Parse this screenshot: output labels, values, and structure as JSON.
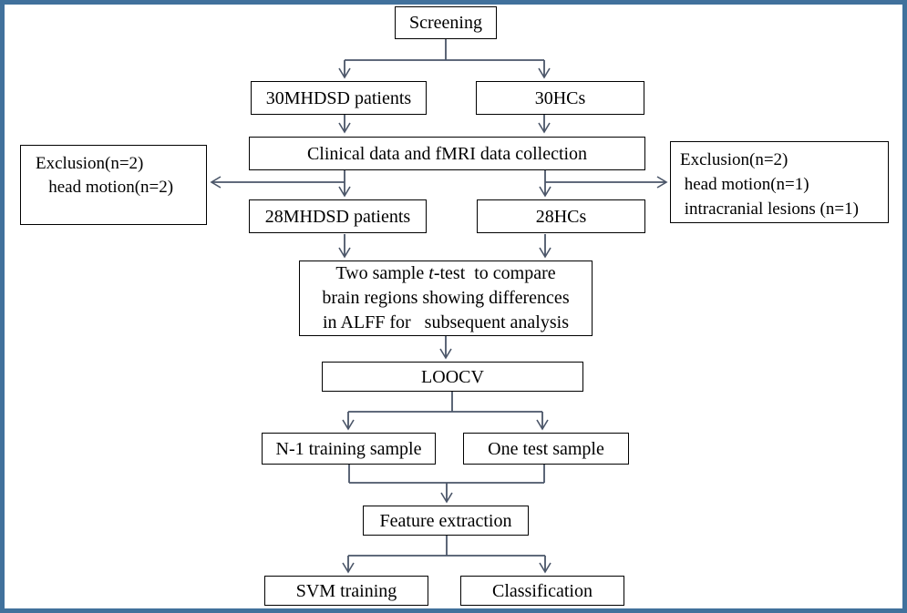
{
  "frame": {
    "border_color": "#41719C"
  },
  "colors": {
    "connector": "#4a5568",
    "box_border": "#000000",
    "text": "#000000"
  },
  "nodes": {
    "screening": {
      "label": "Screening"
    },
    "patients30": {
      "label": "30MHDSD patients"
    },
    "hcs30": {
      "label": "30HCs"
    },
    "clinical": {
      "label": "Clinical data and fMRI data collection"
    },
    "exclusion_left": {
      "lines": [
        "Exclusion(n=2)",
        "   head motion(n=2)"
      ]
    },
    "exclusion_right": {
      "lines": [
        "Exclusion(n=2)",
        " head motion(n=1)",
        " intracranial lesions (n=1)"
      ]
    },
    "patients28": {
      "label": "28MHDSD patients"
    },
    "hcs28": {
      "label": "28HCs"
    },
    "ttest": {
      "line1_pre": "Two sample ",
      "line1_italic": "t",
      "line1_post": "-test  to compare",
      "line2": "brain regions showing differences",
      "line3": "in ALFF for   subsequent analysis"
    },
    "loocv": {
      "label": "LOOCV"
    },
    "ntrain": {
      "label": "N-1 training sample"
    },
    "onetest": {
      "label": "One test sample"
    },
    "feature": {
      "label": "Feature extraction"
    },
    "svm": {
      "label": "SVM training"
    },
    "classification": {
      "label": "Classification"
    }
  }
}
